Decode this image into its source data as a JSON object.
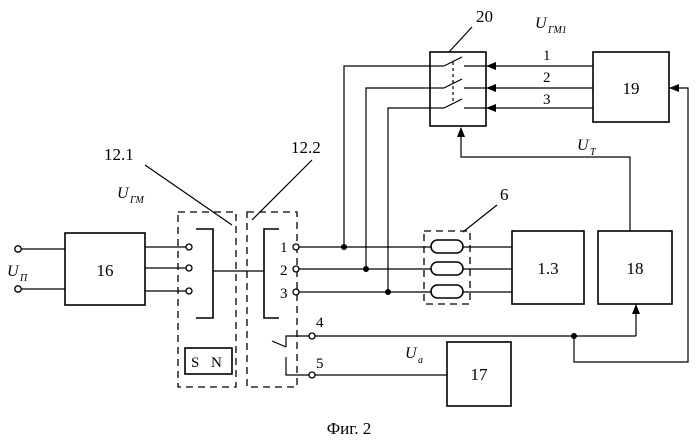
{
  "caption": "Фиг. 2",
  "blocks": {
    "b16": "16",
    "b13": "1.3",
    "b18": "18",
    "b17": "17",
    "b19": "19",
    "b20": "20",
    "b6": "6",
    "b121": "12.1",
    "b122": "12.2"
  },
  "magnet": {
    "s": "S",
    "n": "N"
  },
  "terminals": {
    "t1": "1",
    "t2": "2",
    "t3": "3",
    "t4": "4",
    "t5": "5",
    "r1": "1",
    "r2": "2",
    "r3": "3"
  },
  "signals": {
    "up_main": "U",
    "up_sub": "П",
    "ugm_main": "U",
    "ugm_sub": "ГМ",
    "ugm1_main": "U",
    "ugm1_sub": "ГМ1",
    "ut_main": "U",
    "ut_sub": "Т",
    "ua_main": "U",
    "ua_sub": "a"
  }
}
